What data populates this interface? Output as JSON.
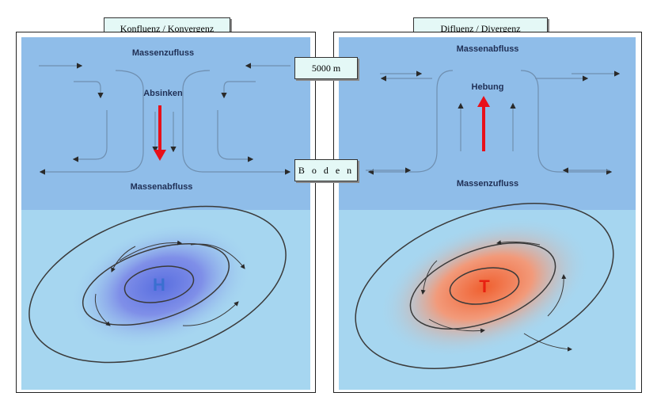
{
  "labels": {
    "left_title": "Konfluenz / Konvergenz",
    "right_title": "Difluenz / Divergenz",
    "height_label": "5000 m",
    "ground_label": "B o d e n"
  },
  "left_panel": {
    "top_text": "Massenzufluss",
    "middle_text": "Absinken",
    "bottom_text": "Massenabfluss",
    "center_letter": "H",
    "vertical_arrow": "down"
  },
  "right_panel": {
    "top_text": "Massenabfluss",
    "middle_text": "Hebung",
    "bottom_text": "Massenzufluss",
    "center_letter": "T",
    "vertical_arrow": "up"
  },
  "colors": {
    "sky_upper": "#8fbde9",
    "sky_lower": "#a6d6f0",
    "high_pressure": "#5a6fe0",
    "low_pressure": "#f06030",
    "arrow_red": "#e8101a",
    "letter_blue": "#3a6fd0",
    "letter_red": "#e82010"
  }
}
